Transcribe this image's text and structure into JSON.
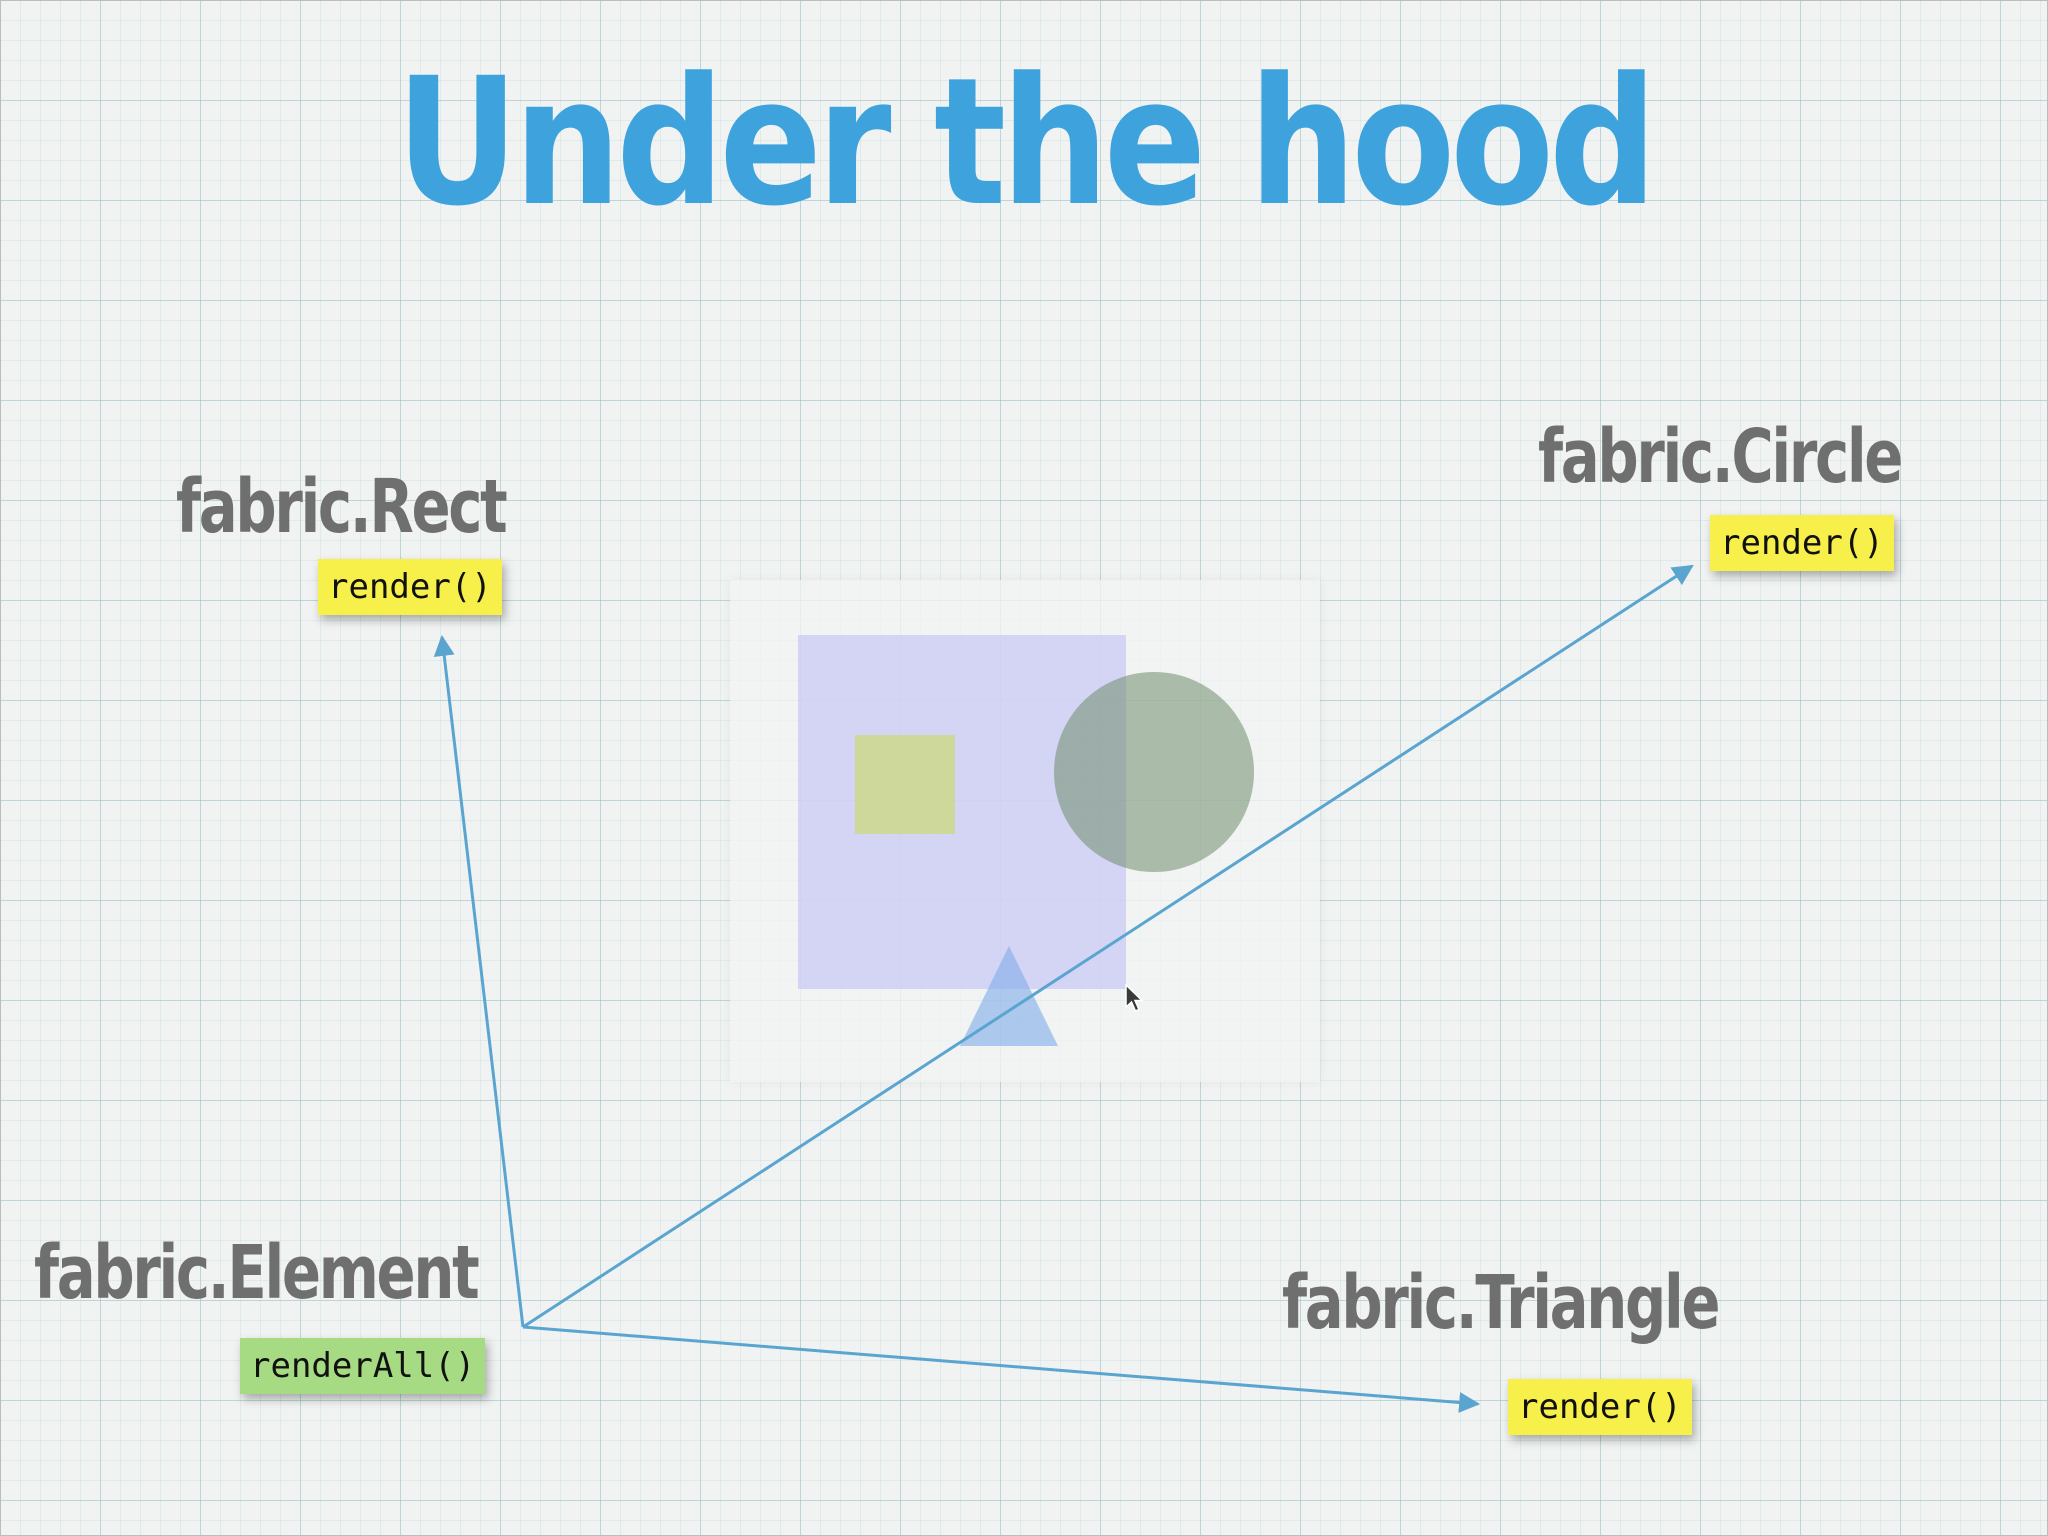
{
  "slide": {
    "title": "Under the hood"
  },
  "nodes": {
    "element": {
      "class_name": "fabric.Element",
      "method": "renderAll()"
    },
    "rect": {
      "class_name": "fabric.Rect",
      "method": "render()"
    },
    "circle": {
      "class_name": "fabric.Circle",
      "method": "render()"
    },
    "triangle": {
      "class_name": "fabric.Triangle",
      "method": "render()"
    }
  },
  "edges": [
    {
      "from": "element",
      "to": "rect"
    },
    {
      "from": "element",
      "to": "circle"
    },
    {
      "from": "element",
      "to": "triangle"
    }
  ],
  "colors": {
    "title": "#3ea3dc",
    "class_label": "#6f6f6f",
    "arrow": "#5aa5d0",
    "render_badge": "#f7ef4a",
    "render_all_badge": "#a6db83",
    "rect_shape": "#c2c2f6",
    "small_rect_shape": "#ccd880",
    "circle_shape": "#708c6c",
    "triangle_shape": "#82ace8"
  },
  "canvas_preview": {
    "shapes": [
      "rectangle",
      "square",
      "circle",
      "triangle"
    ],
    "cursor": "arrow-cursor-icon"
  }
}
